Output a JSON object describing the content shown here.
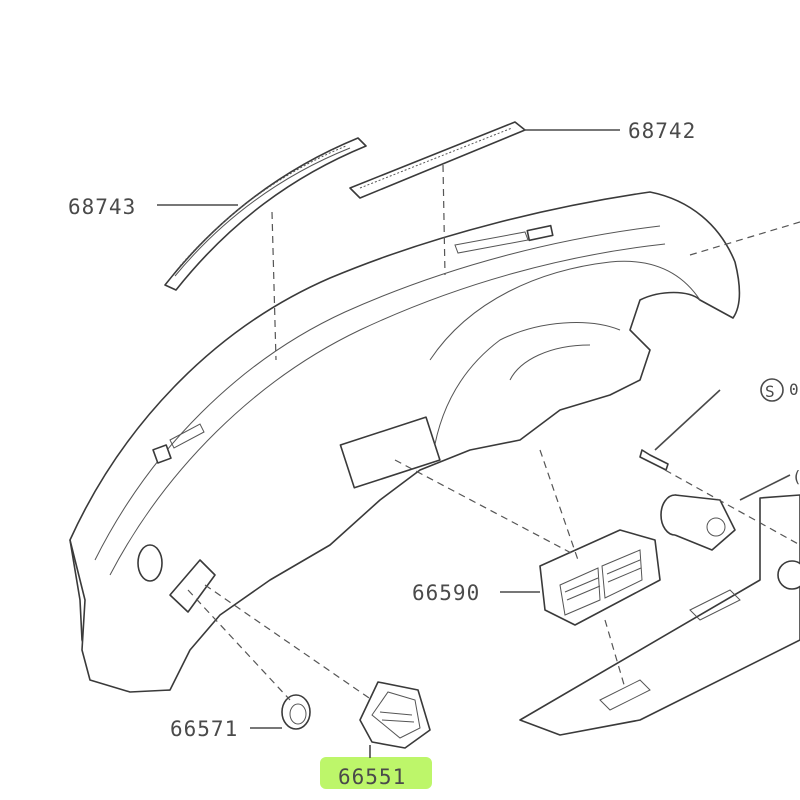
{
  "diagram": {
    "parts": [
      {
        "id": "68742",
        "label": "68742"
      },
      {
        "id": "68743",
        "label": "68743"
      },
      {
        "id": "66590",
        "label": "66590"
      },
      {
        "id": "66571",
        "label": "66571"
      },
      {
        "id": "66551",
        "label": "66551"
      }
    ],
    "callouts": {
      "screw_symbol": "S",
      "screw_partial": "0",
      "clip_partial": "("
    },
    "highlight": {
      "part": "66551",
      "color": "#b6f55a"
    },
    "colors": {
      "line": "#3a3a3a",
      "text": "#4a4a4a",
      "background": "#ffffff"
    }
  }
}
